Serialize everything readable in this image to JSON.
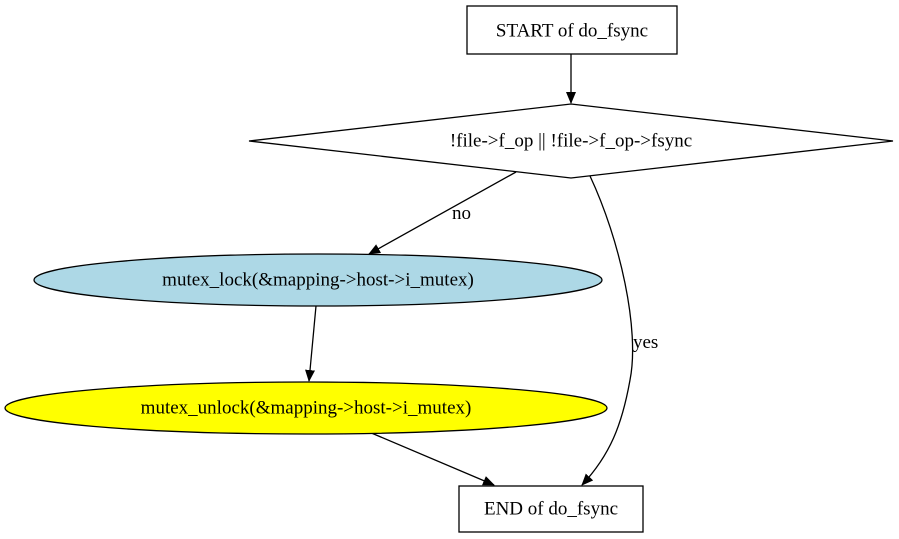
{
  "nodes": {
    "start": {
      "label": "START of do_fsync",
      "shape": "box",
      "fill": "#ffffff"
    },
    "decision": {
      "label": "!file->f_op || !file->f_op->fsync",
      "shape": "diamond",
      "fill": "#ffffff"
    },
    "lock": {
      "label": "mutex_lock(&mapping->host->i_mutex)",
      "shape": "ellipse",
      "fill": "#add8e6"
    },
    "unlock": {
      "label": "mutex_unlock(&mapping->host->i_mutex)",
      "shape": "ellipse",
      "fill": "#ffff00"
    },
    "end": {
      "label": "END of do_fsync",
      "shape": "box",
      "fill": "#ffffff"
    }
  },
  "edges": {
    "start_decision": {
      "from": "start",
      "to": "decision",
      "label": ""
    },
    "decision_lock": {
      "from": "decision",
      "to": "lock",
      "label": "no"
    },
    "decision_end": {
      "from": "decision",
      "to": "end",
      "label": "yes"
    },
    "lock_unlock": {
      "from": "lock",
      "to": "unlock",
      "label": ""
    },
    "unlock_end": {
      "from": "unlock",
      "to": "end",
      "label": ""
    }
  }
}
